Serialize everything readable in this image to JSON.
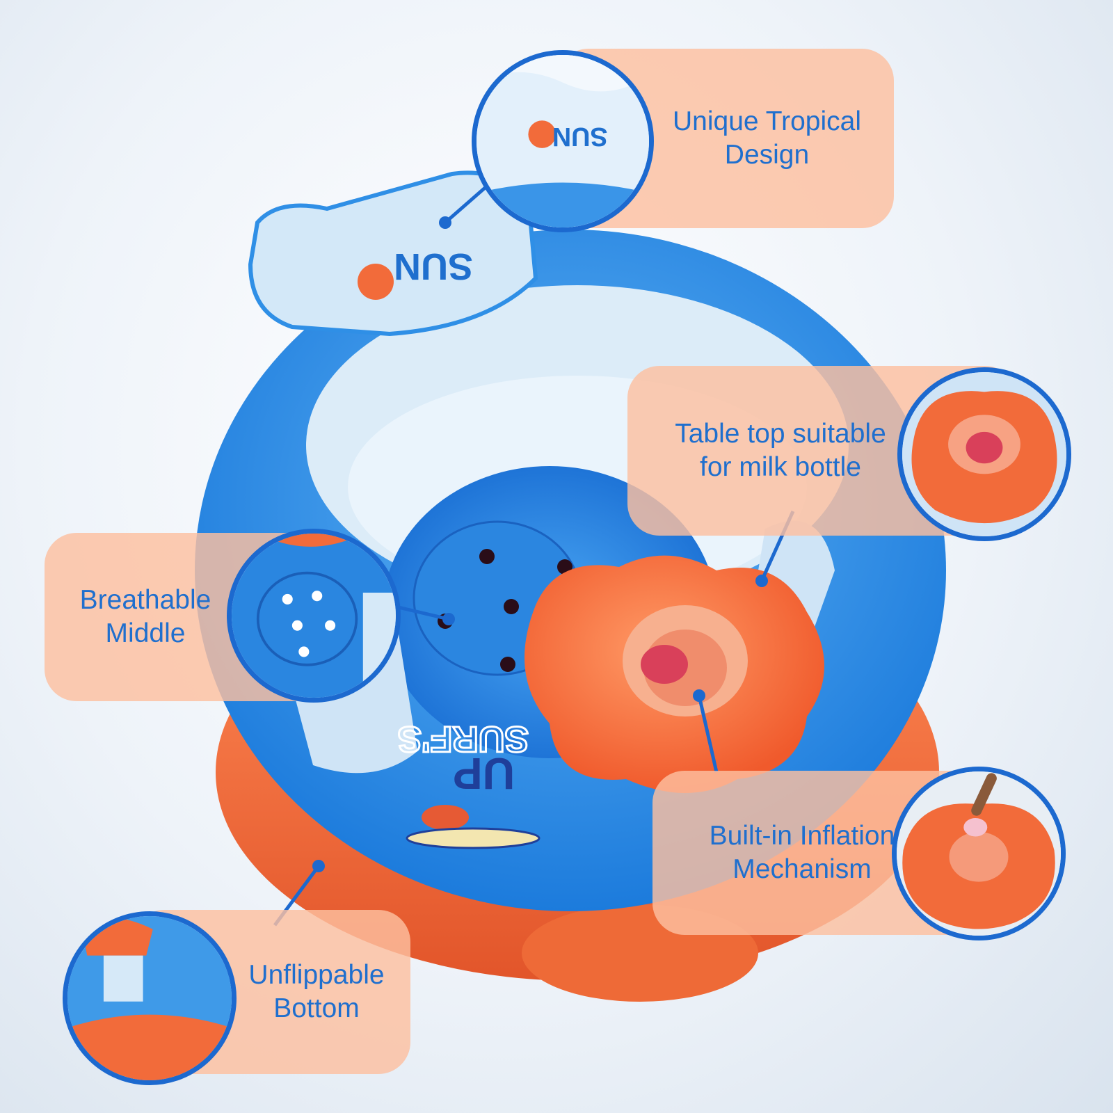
{
  "callouts": {
    "tropical": {
      "line1": "Unique Tropical",
      "line2": "Design"
    },
    "table": {
      "line1": "Table top suitable",
      "line2": "for milk bottle"
    },
    "breathable": {
      "line1": "Breathable",
      "line2": "Middle"
    },
    "inflation": {
      "line1": "Built-in Inflation",
      "line2": "Mechanism"
    },
    "bottom": {
      "line1": "Unflippable",
      "line2": "Bottom"
    }
  },
  "seat_print": {
    "headrest_text": "SUN",
    "seat_text_line1": "SURF'S",
    "seat_text_line2": "UP"
  },
  "colors": {
    "accent_blue": "#1c69cf",
    "seat_blue": "#2f8fe6",
    "float_orange": "#f26b3a",
    "callout_peach": "#fcc0a0",
    "text_blue": "#1f6fce"
  }
}
